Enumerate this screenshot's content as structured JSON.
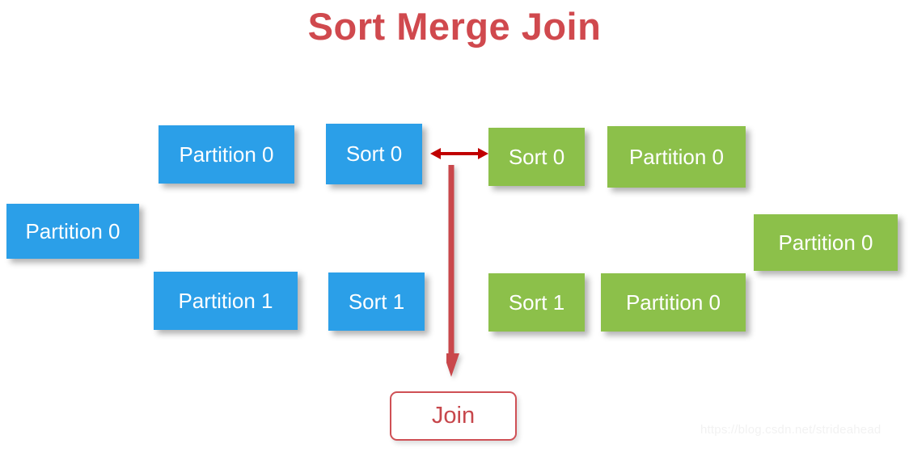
{
  "title": "Sort Merge Join",
  "colors": {
    "title_red": "#d0494e",
    "blue_box": "#2b9fe8",
    "green_box": "#8cc04a",
    "arrow_red": "#c9474b",
    "double_arrow_red": "#c00000",
    "join_border": "#cf5055",
    "join_text": "#c7474c",
    "background": "#ffffff",
    "watermark": "#f2f2f2"
  },
  "diagram": {
    "left_side": {
      "source": {
        "label": "Partition 0",
        "color": "blue"
      },
      "partitions": [
        {
          "label": "Partition 0",
          "color": "blue"
        },
        {
          "label": "Partition 1",
          "color": "blue"
        }
      ],
      "sorts": [
        {
          "label": "Sort 0",
          "color": "blue"
        },
        {
          "label": "Sort 1",
          "color": "blue"
        }
      ]
    },
    "right_side": {
      "sorts": [
        {
          "label": "Sort 0",
          "color": "green"
        },
        {
          "label": "Sort 1",
          "color": "green"
        }
      ],
      "partitions": [
        {
          "label": "Partition 0",
          "color": "green"
        },
        {
          "label": "Partition 0",
          "color": "green"
        }
      ],
      "source": {
        "label": "Partition 0",
        "color": "green"
      }
    },
    "merge_arrow": {
      "icon": "double-headed-horizontal-arrow",
      "direction": "both"
    },
    "join_arrow": {
      "icon": "down-arrow",
      "direction": "down"
    },
    "join": {
      "label": "Join"
    }
  },
  "watermark": "https://blog.csdn.net/strideahead"
}
